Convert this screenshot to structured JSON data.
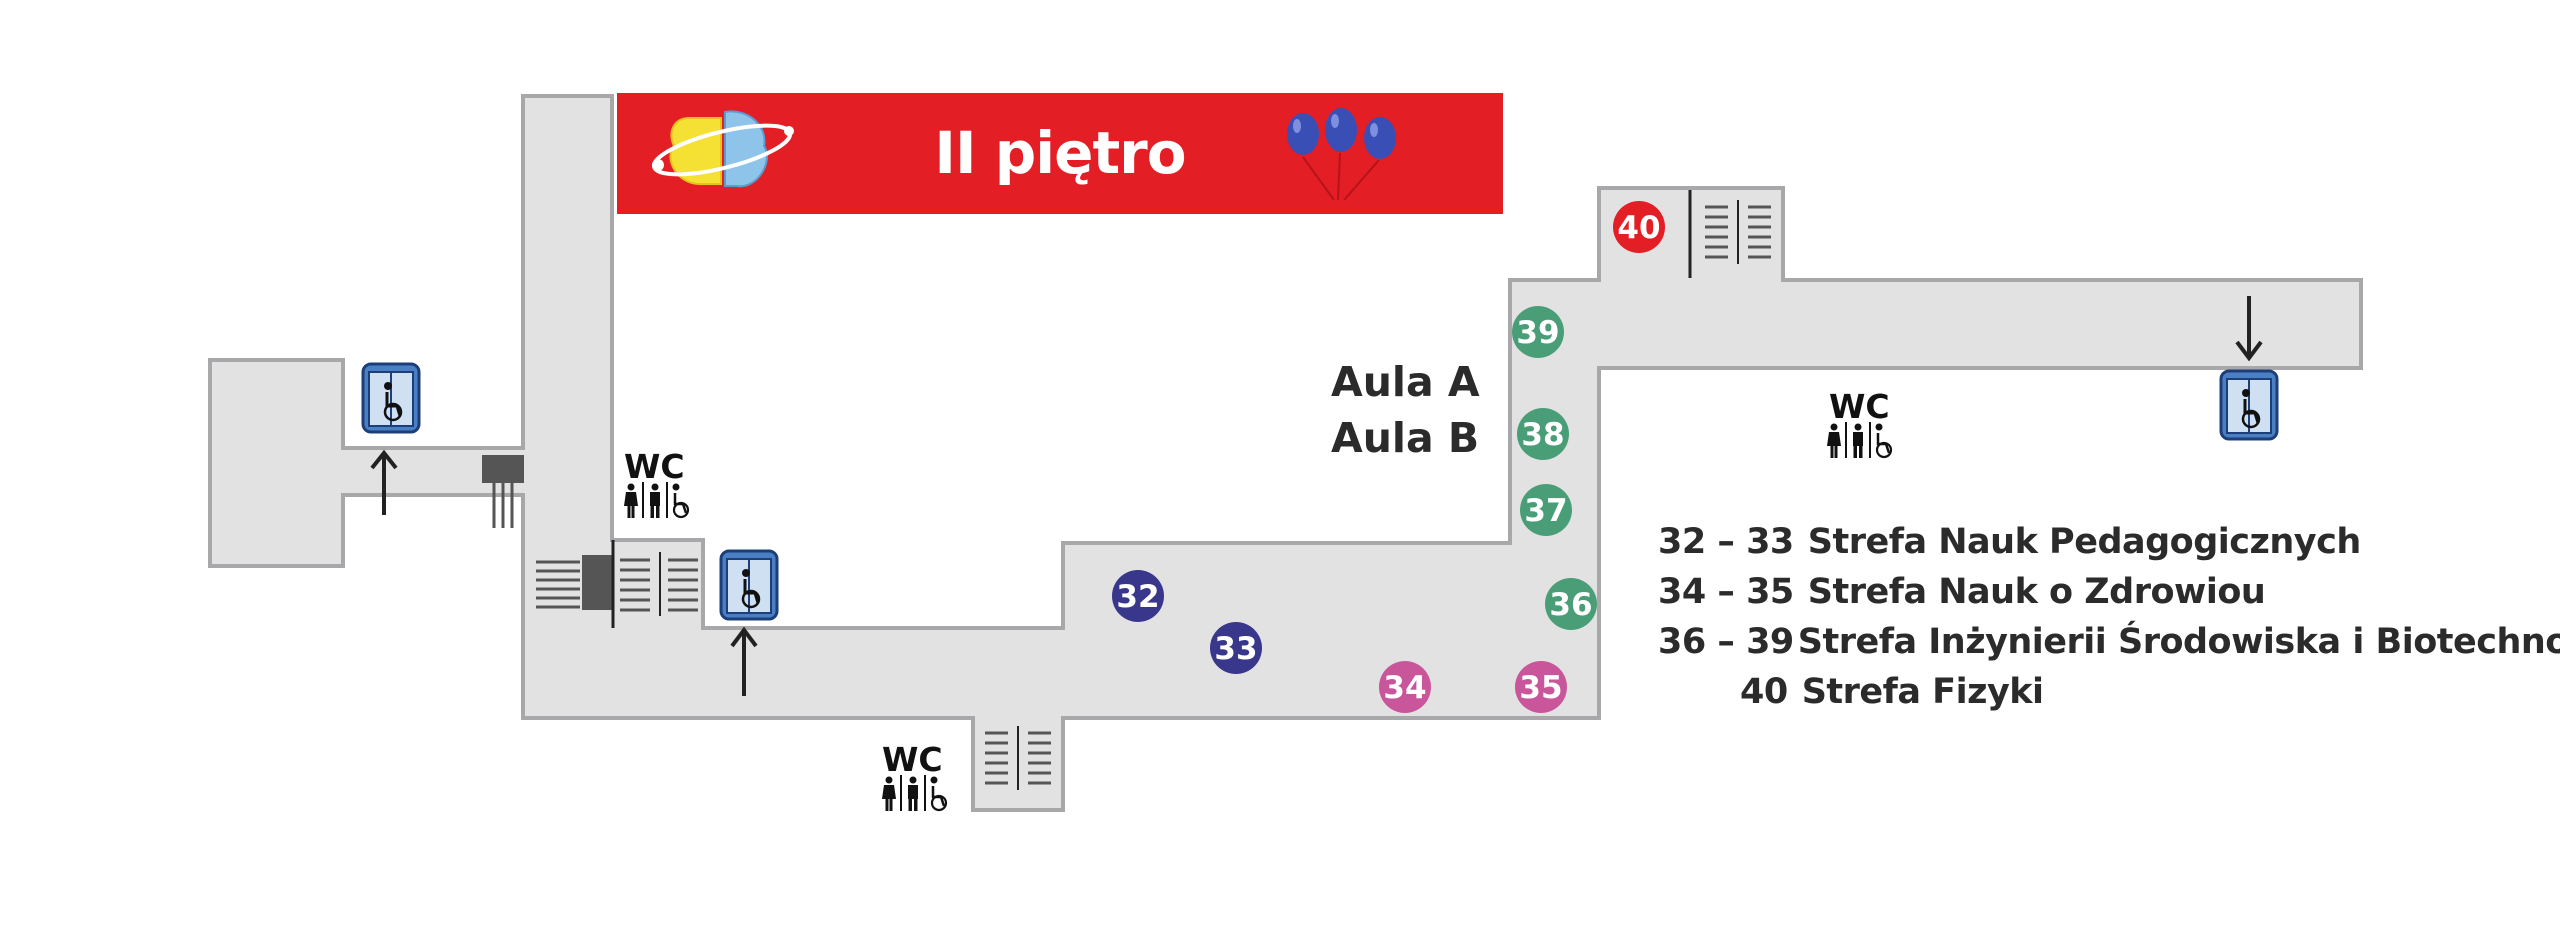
{
  "header": {
    "title": "II piętro",
    "color": "#e31e24"
  },
  "map": {
    "floor_color": "#e2e2e3",
    "wall_color": "#a8a8aa",
    "rooms": [
      "Aula A",
      "Aula B"
    ],
    "wc_label": "WC",
    "markers": [
      {
        "number": "32",
        "color": "#38378c"
      },
      {
        "number": "33",
        "color": "#38378c"
      },
      {
        "number": "34",
        "color": "#c9559b"
      },
      {
        "number": "35",
        "color": "#c9559b"
      },
      {
        "number": "36",
        "color": "#4a9e77"
      },
      {
        "number": "37",
        "color": "#4a9e77"
      },
      {
        "number": "38",
        "color": "#4a9e77"
      },
      {
        "number": "39",
        "color": "#4a9e77"
      },
      {
        "number": "40",
        "color": "#e31e24"
      }
    ]
  },
  "legend": [
    {
      "range": "32 – 33",
      "name": "Strefa Nauk Pedagogicznych"
    },
    {
      "range": "34 – 35",
      "name": "Strefa Nauk o Zdrowiou"
    },
    {
      "range": "36 – 39",
      "name": "Strefa Inżynierii Środowiska i Biotechnologii"
    },
    {
      "range": "40",
      "name": "Strefa Fizyki"
    }
  ]
}
